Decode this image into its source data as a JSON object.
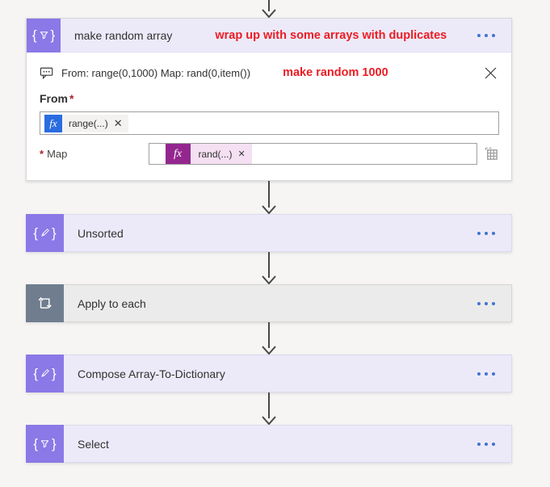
{
  "expanded_action": {
    "title": "make random array",
    "annotation": "wrap up with some arrays with duplicates",
    "comment_bar": {
      "text": "From: range(0,1000) Map: rand(0,item())",
      "annotation": "make random 1000"
    },
    "from_field": {
      "label": "From",
      "required_mark": "*",
      "fx": "fx",
      "token_label": "range(...)",
      "token_remove": "✕"
    },
    "map_field": {
      "label": "Map",
      "required_mark": "*",
      "fx": "fx",
      "token_label": "rand(...)",
      "token_remove": "✕"
    }
  },
  "actions": [
    {
      "title": "Unsorted",
      "icon": "compose-icon",
      "theme": "purple"
    },
    {
      "title": "Apply to each",
      "icon": "loop-icon",
      "theme": "slate"
    },
    {
      "title": "Compose Array-To-Dictionary",
      "icon": "compose-icon",
      "theme": "purple"
    },
    {
      "title": "Select",
      "icon": "select-icon",
      "theme": "purple"
    }
  ],
  "icon_glyphs": {
    "brace_left": "{",
    "brace_right": "}"
  },
  "colors": {
    "canvas_background": "#f6f5f4",
    "action_purple_bg": "#eceaf9",
    "action_purple_icon": "#8a79e6",
    "action_slate_bg": "#ebebeb",
    "action_slate_icon": "#6f7d8e",
    "annotation_red": "#ec1c24",
    "expression_token_blue": "#2a6ce0",
    "expression_token_magenta": "#93278f",
    "menu_dots_blue": "#4273cf",
    "connector_arrow": "#474747"
  }
}
